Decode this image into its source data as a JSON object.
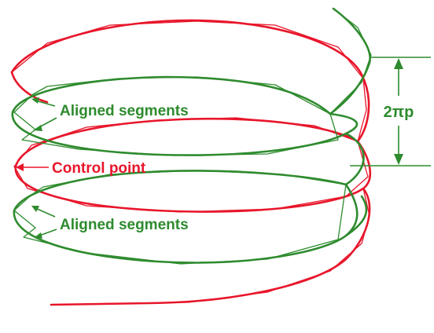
{
  "labels": {
    "aligned_top": "Aligned segments",
    "control_point": "Control point",
    "aligned_bottom": "Aligned segments",
    "pitch": "2πp"
  },
  "colors": {
    "red_helix": "#e8162b",
    "green_helix": "#2e8b2e"
  }
}
